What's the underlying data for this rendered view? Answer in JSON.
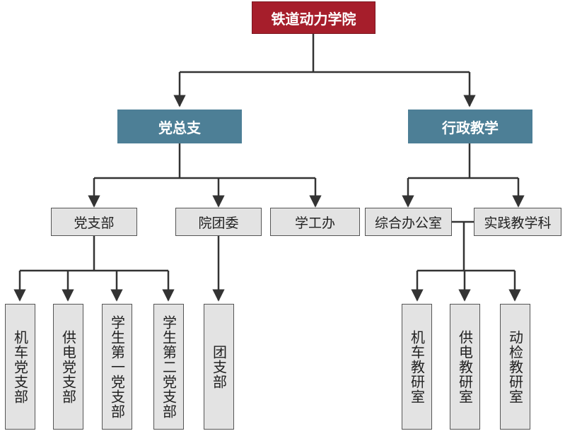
{
  "root": "铁道动力学院",
  "branches": {
    "party": "党总支",
    "admin": "行政教学"
  },
  "party_units": {
    "party_branch": "党支部",
    "youth_league": "院团委",
    "student_affairs": "学工办"
  },
  "admin_units": {
    "general_office": "综合办公室",
    "practice_teaching": "实践教学科"
  },
  "party_sub": {
    "loco_vehicle": "机车党支部",
    "power_supply": "供电党支部",
    "student_1": "学生第一党支部",
    "student_2": "学生第二党支部",
    "league_branch": "团支部"
  },
  "teaching_rooms": {
    "loco_vehicle": "机车教研室",
    "power_supply": "供电教研室",
    "emu_inspection": "动检教研室"
  },
  "colors": {
    "root_fill": "#a61e2b",
    "branch_fill": "#4d7f96",
    "unit_fill": "#e3e3e3",
    "line": "#333333"
  }
}
